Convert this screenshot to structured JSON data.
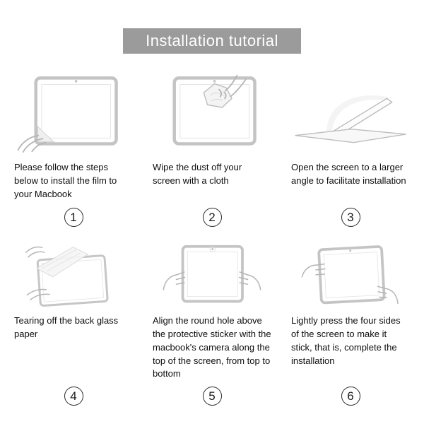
{
  "header": {
    "title": "Installation tutorial"
  },
  "colors": {
    "header_bg": "#9b9b9b",
    "sketch_stroke": "#c4c4c4",
    "text": "#0e0e0e"
  },
  "steps": [
    {
      "number": "1",
      "caption": "Please follow the steps below to install the film to your Macbook",
      "illustration": "peel-film-corner"
    },
    {
      "number": "2",
      "caption": "Wipe the dust off your screen with a cloth",
      "illustration": "wipe-screen-cloth"
    },
    {
      "number": "3",
      "caption": "Open the screen to a larger angle to facilitate installation",
      "illustration": "open-laptop-angle"
    },
    {
      "number": "4",
      "caption": "Tearing off the back glass paper",
      "illustration": "tear-back-paper"
    },
    {
      "number": "5",
      "caption": "Align the round hole above the protective sticker with the macbook's camera along the top of the screen, from top to bottom",
      "illustration": "align-film-camera"
    },
    {
      "number": "6",
      "caption": "Lightly press the four sides of the screen to make it stick, that is, complete the installation",
      "illustration": "press-screen-sides"
    }
  ]
}
